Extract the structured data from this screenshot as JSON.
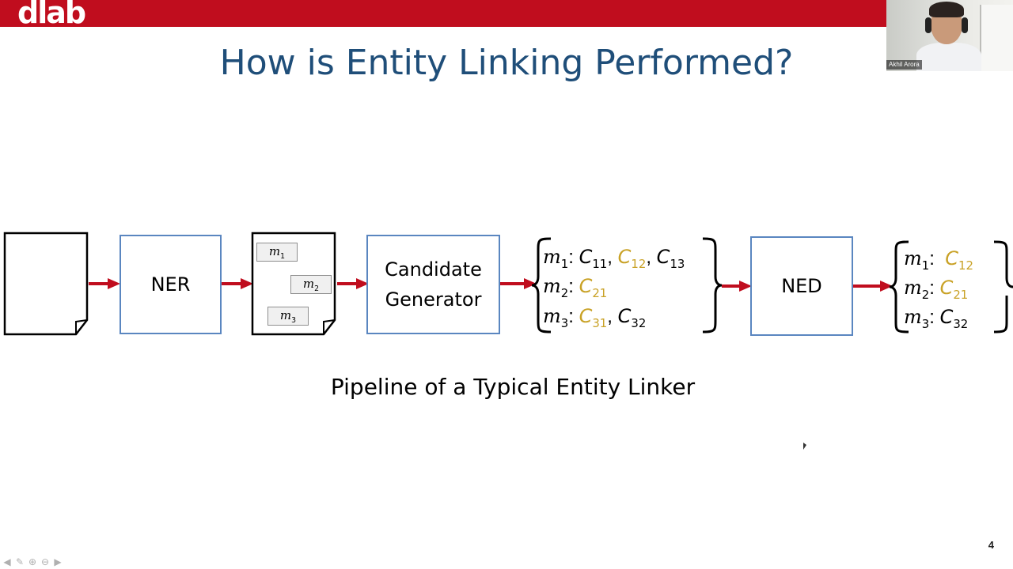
{
  "header": {
    "logo_text": "dlab"
  },
  "slide": {
    "title": "How is Entity Linking Performed?",
    "caption": "Pipeline of a Typical Entity Linker",
    "page_number": "4"
  },
  "webcam": {
    "participant_name": "Akhil Arora"
  },
  "pipeline": {
    "ner_label": "NER",
    "candidate_generator_line1": "Candidate",
    "candidate_generator_line2": "Generator",
    "ned_label": "NED"
  },
  "colors": {
    "accent_red": "#c00d1e",
    "title_blue": "#1f4e79",
    "box_border": "#5a86c0",
    "highlight_gold": "#c9a227"
  },
  "icons": [
    "document-icon",
    "arrow-icon",
    "pen-icon",
    "zoom-icon",
    "menu-icon"
  ]
}
